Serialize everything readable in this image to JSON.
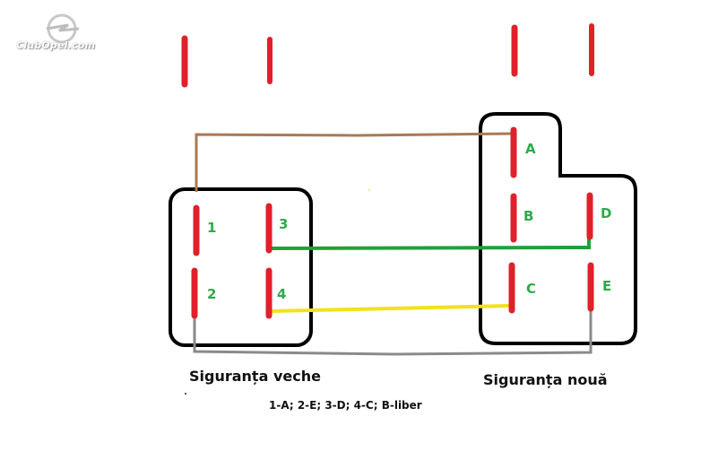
{
  "watermark": {
    "text": "ClubOpel.com",
    "icon": "opel-logo-icon"
  },
  "old_fuse": {
    "caption": "Siguranța veche",
    "pins": [
      "1",
      "2",
      "3",
      "4"
    ]
  },
  "new_fuse": {
    "caption": "Siguranța nouă",
    "pins": [
      "A",
      "B",
      "C",
      "D",
      "E"
    ]
  },
  "mapping_text": "1-A; 2-E; 3-D; 4-C; B-liber",
  "colors": {
    "pin": "#e0202a",
    "outline": "#000000",
    "label": "#2daa4a",
    "wire_1A": "#a87a55",
    "wire_3D": "#21a03a",
    "wire_4C": "#f2e21a",
    "wire_2E": "#8a8a8a"
  }
}
